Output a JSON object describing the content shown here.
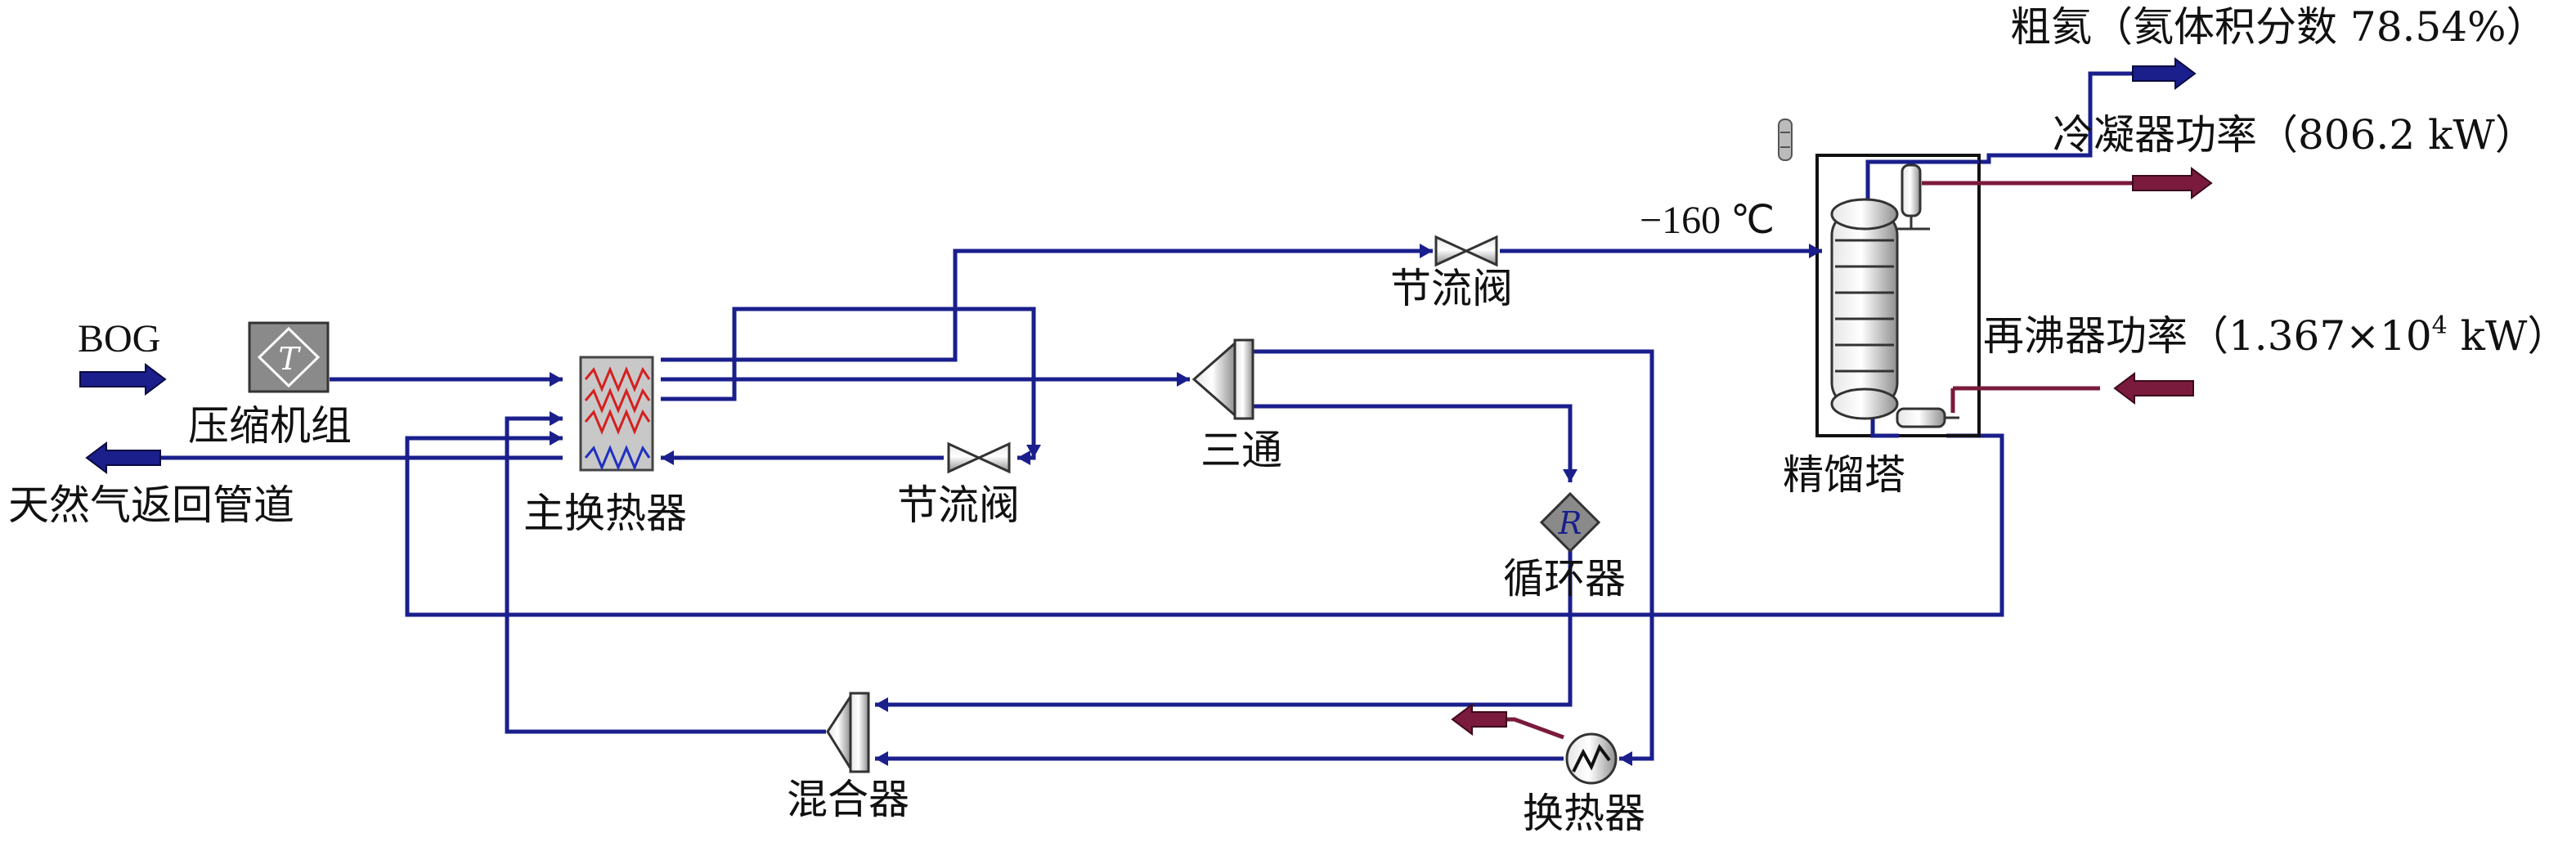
{
  "labels": {
    "bog": "BOG",
    "compressor": "压缩机组",
    "return_pipe": "天然气返回管道",
    "main_hx": "主换热器",
    "throttle_valve_1": "节流阀",
    "throttle_valve_2": "节流阀",
    "tee": "三通",
    "recycle": "循环器",
    "mixer": "混合器",
    "heat_exchanger": "换热器",
    "column": "精馏塔",
    "temperature": "−160 ℃",
    "crude_helium": "粗氦（氦体积分数 78.54%）",
    "condenser_power": "冷凝器功率（806.2 kW）",
    "reboiler_power_prefix": "再沸器功率（1.367×10",
    "reboiler_power_exp": "4",
    "reboiler_power_suffix": " kW）"
  },
  "icons": {
    "compressor_symbol": "T",
    "recycle_symbol": "R"
  },
  "colors": {
    "material_stream": "#1a1f8c",
    "energy_stream": "#7a1a3c",
    "hx_hot": "#d42020",
    "hx_cold": "#2030c0",
    "equipment_gray": "#9a9a9a"
  }
}
